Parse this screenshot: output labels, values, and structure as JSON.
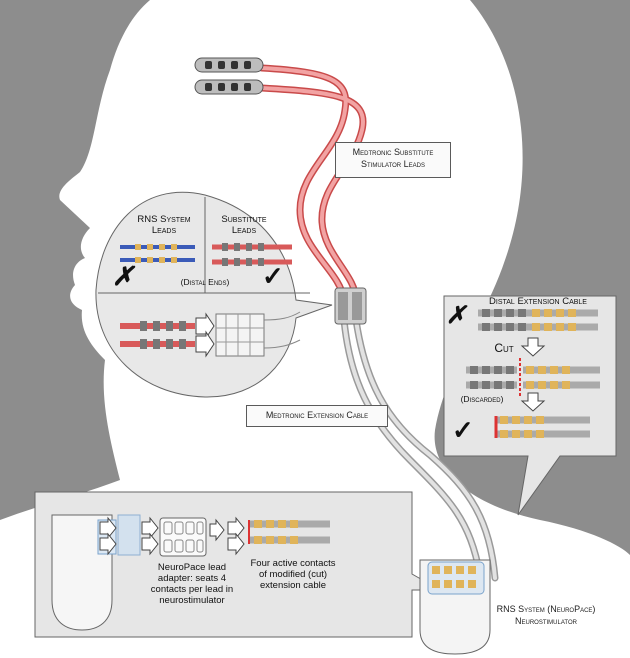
{
  "labels": {
    "medtronic_leads": "Medtronic Substitute Stimulator Leads",
    "rns_system_leads": "RNS System Leads",
    "substitute_leads": "Substitute Leads",
    "distal_ends": "(Distal Ends)",
    "medtronic_extension": "Medtronic Extension Cable",
    "distal_extension": "Distal Extension Cable",
    "cut": "Cut",
    "discarded": "(Discarded)",
    "neuropace_adapter": "NeuroPace lead adapter: seats 4 contacts per lead in neurostimulator",
    "four_active": "Four active contacts of modified (cut) extension cable",
    "rns_neurostimulator": "RNS System (NeuroPace) Neurostimulator"
  },
  "marks": {
    "cross": "✗",
    "check": "✓",
    "arrow_down": "⇩"
  },
  "colors": {
    "background": "#8d8d8d",
    "head": "#ffffff",
    "lead": "#e87b7b",
    "contact": "#e0b45a",
    "extension": "#d6d6d6",
    "callout": "#e6e6e6"
  }
}
